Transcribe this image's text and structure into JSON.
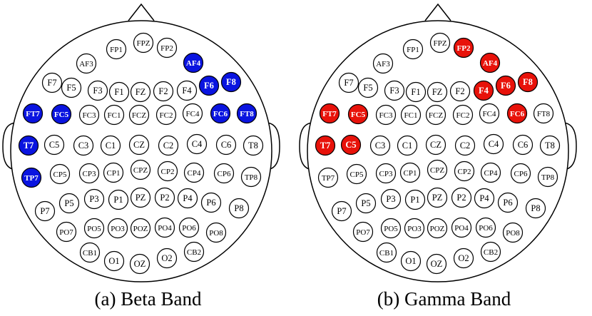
{
  "colors": {
    "beta": "#0a14e0",
    "gamma": "#e8120a",
    "outline": "#000000",
    "background": "#ffffff"
  },
  "electrodes": [
    "FP1",
    "FPZ",
    "FP2",
    "AF3",
    "AF4",
    "F7",
    "F5",
    "F3",
    "F1",
    "FZ",
    "F2",
    "F4",
    "F6",
    "F8",
    "FT7",
    "FC5",
    "FC3",
    "FC1",
    "FCZ",
    "FC2",
    "FC4",
    "FC6",
    "FT8",
    "T7",
    "C5",
    "C3",
    "C1",
    "CZ",
    "C2",
    "C4",
    "C6",
    "T8",
    "TP7",
    "CP5",
    "CP3",
    "CP1",
    "CPZ",
    "CP2",
    "CP4",
    "CP6",
    "TP8",
    "P7",
    "P5",
    "P3",
    "P1",
    "PZ",
    "P2",
    "P4",
    "P6",
    "P8",
    "PO7",
    "PO5",
    "PO3",
    "POZ",
    "PO4",
    "PO6",
    "PO8",
    "CB1",
    "O1",
    "OZ",
    "O2",
    "CB2"
  ],
  "maps": [
    {
      "id": "beta",
      "caption": "(a) Beta Band",
      "highlight_color": "#0a14e0",
      "highlighted": [
        "AF4",
        "F6",
        "F8",
        "FT7",
        "FC5",
        "FC6",
        "FT8",
        "T7",
        "TP7"
      ]
    },
    {
      "id": "gamma",
      "caption": "(b) Gamma Band",
      "highlight_color": "#e8120a",
      "highlighted": [
        "FP2",
        "AF4",
        "F4",
        "F6",
        "F8",
        "FT7",
        "FC5",
        "FC6",
        "T7",
        "C5"
      ]
    }
  ]
}
